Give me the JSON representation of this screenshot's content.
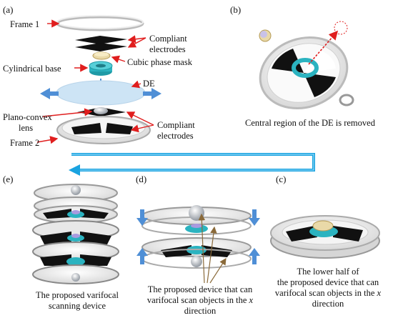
{
  "panels": {
    "a": "(a)",
    "b": "(b)",
    "c": "(c)",
    "d": "(d)",
    "e": "(e)"
  },
  "labels": {
    "frame1": "Frame 1",
    "compliant_electrodes_top_1": "Compliant",
    "compliant_electrodes_top_2": "electrodes",
    "cylindrical_base": "Cylindrical base",
    "cubic_phase_mask": "Cubic phase mask",
    "de": "DE",
    "plano_convex_1": "Plano-convex",
    "plano_convex_2": "lens",
    "compliant_electrodes_bot_1": "Compliant",
    "compliant_electrodes_bot_2": "electrodes",
    "frame2": "Frame 2"
  },
  "captions": {
    "b": "Central region of the DE is removed",
    "e_1": "The proposed varifocal",
    "e_2": "scanning device",
    "d_1": "The proposed device that can",
    "d_2": "varifocal scan objects in the",
    "d_2_italic": "x",
    "d_3": "direction",
    "c_1": "The lower half of",
    "c_2": "the proposed device that can",
    "c_3": "varifocal scan objects in the",
    "c_3_italic": "x",
    "c_4": "direction"
  },
  "colors": {
    "arrow_red": "#e01e1e",
    "flow_arrow": "#1aa3e0",
    "de_membrane": "#cde4f5",
    "base_teal": "#2bb3c0",
    "electrode": "#111111",
    "frame": "#cccccc"
  }
}
